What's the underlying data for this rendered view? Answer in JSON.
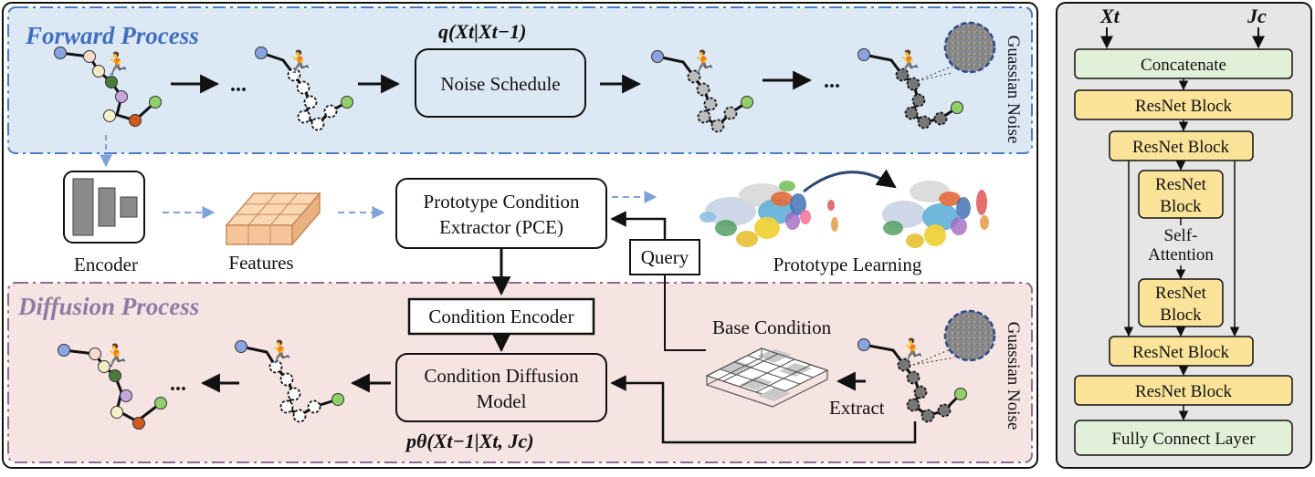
{
  "colors": {
    "forward_bg": "#dde8f5",
    "forward_border": "#4a7dc8",
    "forward_title": "#3f6fbf",
    "diffusion_bg": "#f5e4e2",
    "diffusion_border": "#8c6b8f",
    "diffusion_title": "#8f7aa6",
    "resnet_fill": "#fbe39a",
    "concat_fill": "#e2f0d9",
    "right_panel_bg": "#e6e6e6",
    "dashed_arrow": "#7fa3d9"
  },
  "forward": {
    "title": "Forward Process",
    "formula": "q(Xt|Xt−1)",
    "noise_schedule": "Noise Schedule",
    "ellipsis": "...",
    "noise_label": "Guassian Noise"
  },
  "middle": {
    "encoder": "Encoder",
    "features": "Features",
    "pce_line1": "Prototype Condition",
    "pce_line2": "Extractor (PCE)",
    "query": "Query",
    "prototype_learning": "Prototype Learning"
  },
  "diffusion": {
    "title": "Diffusion Process",
    "condition_encoder": "Condition Encoder",
    "cdm_line1": "Condition Diffusion",
    "cdm_line2": "Model",
    "formula": "pθ(Xt−1|Xt, Jc)",
    "base_condition": "Base Condition",
    "extract": "Extract",
    "ellipsis": "...",
    "noise_label": "Guassian Noise"
  },
  "network": {
    "input_x": "Xt",
    "input_j": "Jc",
    "concatenate": "Concatenate",
    "resnet_block": "ResNet Block",
    "inner_resnet_line1": "ResNet",
    "inner_resnet_line2": "Block",
    "self_attention_line1": "Self-",
    "self_attention_line2": "Attention",
    "fully_connect": "Fully Connect Layer"
  }
}
